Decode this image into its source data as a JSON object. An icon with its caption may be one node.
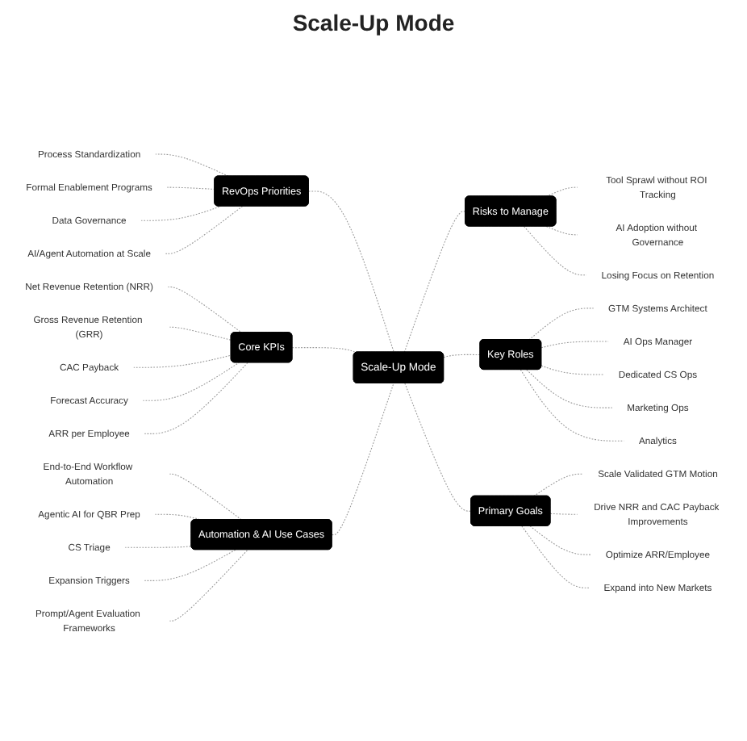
{
  "diagram": {
    "title": "Scale-Up Mode",
    "nodes": [
      {
        "text": [
          "RevOps Priorities"
        ]
      },
      {
        "text": [
          "Process Standardization"
        ]
      },
      {
        "text": [
          "Formal Enablement Programs"
        ]
      },
      {
        "text": [
          "Data Governance"
        ]
      },
      {
        "text": [
          "AI/Agent Automation at Scale"
        ]
      },
      {
        "text": [
          "Risks to Manage"
        ]
      },
      {
        "text": [
          "Tool Sprawl without ROI Tracking"
        ]
      },
      {
        "text": [
          "AI Adoption without Governance"
        ]
      },
      {
        "text": [
          "Losing Focus on Retention"
        ]
      },
      {
        "text": [
          "Core KPIs"
        ]
      },
      {
        "text": [
          "Net Revenue Retention (NRR)"
        ]
      },
      {
        "text": [
          "Gross Revenue Retention (GRR)"
        ]
      },
      {
        "text": [
          "CAC Payback"
        ]
      },
      {
        "text": [
          "Forecast Accuracy"
        ]
      },
      {
        "text": [
          "ARR per Employee"
        ]
      },
      {
        "text": [
          "Scale-Up Mode"
        ]
      },
      {
        "text": [
          "Key Roles"
        ]
      },
      {
        "text": [
          "GTM Systems Architect"
        ]
      },
      {
        "text": [
          "AI Ops Manager"
        ]
      },
      {
        "text": [
          "Dedicated CS Ops"
        ]
      },
      {
        "text": [
          "Marketing Ops"
        ]
      },
      {
        "text": [
          "Analytics"
        ]
      },
      {
        "text": [
          "Automation & AI Use Cases"
        ]
      },
      {
        "text": [
          "End-to-End Workflow Automation"
        ]
      },
      {
        "text": [
          "Agentic AI for QBR Prep"
        ]
      },
      {
        "text": [
          "CS Triage"
        ]
      },
      {
        "text": [
          "Expansion Triggers"
        ]
      },
      {
        "text": [
          "Prompt/Agent Evaluation Frameworks"
        ]
      },
      {
        "text": [
          "Primary Goals"
        ]
      },
      {
        "text": [
          "Scale Validated GTM Motion"
        ]
      },
      {
        "text": [
          "Drive NRR and CAC Payback Improvements"
        ]
      },
      {
        "text": [
          "Optimize ARR/Employee"
        ]
      },
      {
        "text": [
          "Expand into New Markets"
        ]
      }
    ],
    "edges": [
      {
        "from": 0,
        "to": 15,
        "arrow": "none",
        "style": "dashed"
      },
      {
        "from": 9,
        "to": 15,
        "arrow": "none",
        "style": "dashed"
      },
      {
        "from": 22,
        "to": 15,
        "arrow": "none",
        "style": "dashed"
      },
      {
        "from": 15,
        "to": 5,
        "arrow": "none",
        "style": "dashed"
      },
      {
        "from": 15,
        "to": 16,
        "arrow": "none",
        "style": "dashed"
      },
      {
        "from": 15,
        "to": 28,
        "arrow": "none",
        "style": "dashed"
      },
      {
        "from": 1,
        "to": 0,
        "arrow": "none",
        "style": "dashed"
      },
      {
        "from": 2,
        "to": 0,
        "arrow": "none",
        "style": "dashed"
      },
      {
        "from": 3,
        "to": 0,
        "arrow": "none",
        "style": "dashed"
      },
      {
        "from": 4,
        "to": 0,
        "arrow": "none",
        "style": "dashed"
      },
      {
        "from": 5,
        "to": 6,
        "arrow": "none",
        "style": "dashed"
      },
      {
        "from": 5,
        "to": 7,
        "arrow": "none",
        "style": "dashed"
      },
      {
        "from": 5,
        "to": 8,
        "arrow": "none",
        "style": "dashed"
      },
      {
        "from": 10,
        "to": 9,
        "arrow": "none",
        "style": "dashed"
      },
      {
        "from": 11,
        "to": 9,
        "arrow": "none",
        "style": "dashed"
      },
      {
        "from": 12,
        "to": 9,
        "arrow": "none",
        "style": "dashed"
      },
      {
        "from": 13,
        "to": 9,
        "arrow": "none",
        "style": "dashed"
      },
      {
        "from": 14,
        "to": 9,
        "arrow": "none",
        "style": "dashed"
      },
      {
        "from": 16,
        "to": 17,
        "arrow": "none",
        "style": "dashed"
      },
      {
        "from": 16,
        "to": 18,
        "arrow": "none",
        "style": "dashed"
      },
      {
        "from": 16,
        "to": 19,
        "arrow": "none",
        "style": "dashed"
      },
      {
        "from": 16,
        "to": 20,
        "arrow": "none",
        "style": "dashed"
      },
      {
        "from": 16,
        "to": 21,
        "arrow": "none",
        "style": "dashed"
      },
      {
        "from": 23,
        "to": 22,
        "arrow": "none",
        "style": "dashed"
      },
      {
        "from": 24,
        "to": 22,
        "arrow": "none",
        "style": "dashed"
      },
      {
        "from": 25,
        "to": 22,
        "arrow": "none",
        "style": "dashed"
      },
      {
        "from": 26,
        "to": 22,
        "arrow": "none",
        "style": "dashed"
      },
      {
        "from": 27,
        "to": 22,
        "arrow": "none",
        "style": "dashed"
      },
      {
        "from": 28,
        "to": 29,
        "arrow": "none",
        "style": "dashed"
      },
      {
        "from": 28,
        "to": 30,
        "arrow": "none",
        "style": "dashed"
      },
      {
        "from": 28,
        "to": 31,
        "arrow": "none",
        "style": "dashed"
      },
      {
        "from": 28,
        "to": 32,
        "arrow": "none",
        "style": "dashed"
      }
    ]
  }
}
